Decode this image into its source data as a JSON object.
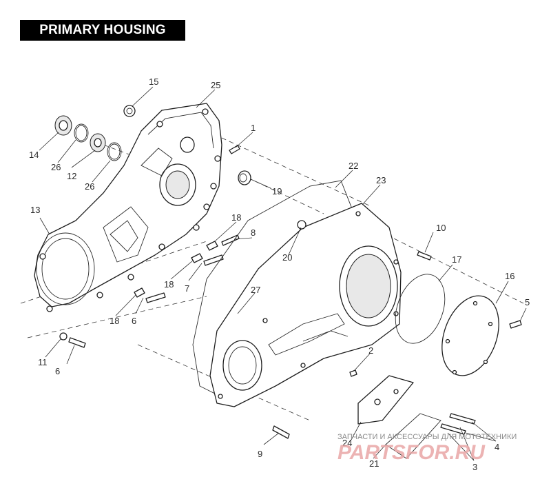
{
  "title": "PRIMARY HOUSING",
  "callouts": {
    "n1": "1",
    "n2": "2",
    "n3": "3",
    "n4": "4",
    "n5": "5",
    "n6a": "6",
    "n6b": "6",
    "n7": "7",
    "n8": "8",
    "n9": "9",
    "n10": "10",
    "n11": "11",
    "n12": "12",
    "n13": "13",
    "n14": "14",
    "n15": "15",
    "n16": "16",
    "n17": "17",
    "n18a": "18",
    "n18b": "18",
    "n18c": "18",
    "n19": "19",
    "n20": "20",
    "n21": "21",
    "n22": "22",
    "n23": "23",
    "n24": "24",
    "n25": "25",
    "n26a": "26",
    "n26b": "26",
    "n27": "27"
  },
  "watermark": {
    "caption": "ЗАПЧАСТИ И АКСЕССУАРЫ ДЛЯ МОТОТЕХНИКИ",
    "logo": "PARTSFOR.RU"
  }
}
